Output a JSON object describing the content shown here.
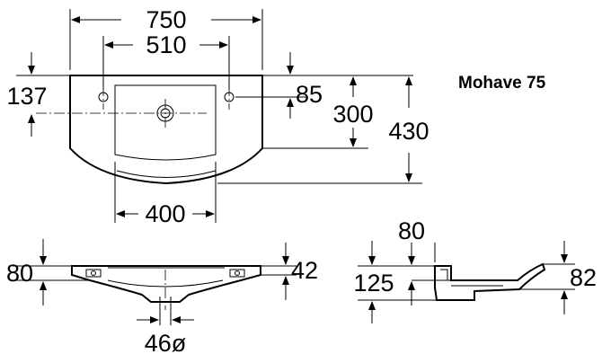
{
  "title": "Mohave 75",
  "plan_view": {
    "overall_width": "750",
    "tap_hole_spacing": "510",
    "back_depth": "137",
    "hole_offset": "85",
    "bowl_depth": "300",
    "overall_depth": "430",
    "bowl_width": "400"
  },
  "front_view": {
    "rim_height": "80",
    "rim_thickness": "42",
    "waste_diameter": "46ø"
  },
  "side_view": {
    "top_depth": "80",
    "height": "125",
    "front_height": "82"
  }
}
